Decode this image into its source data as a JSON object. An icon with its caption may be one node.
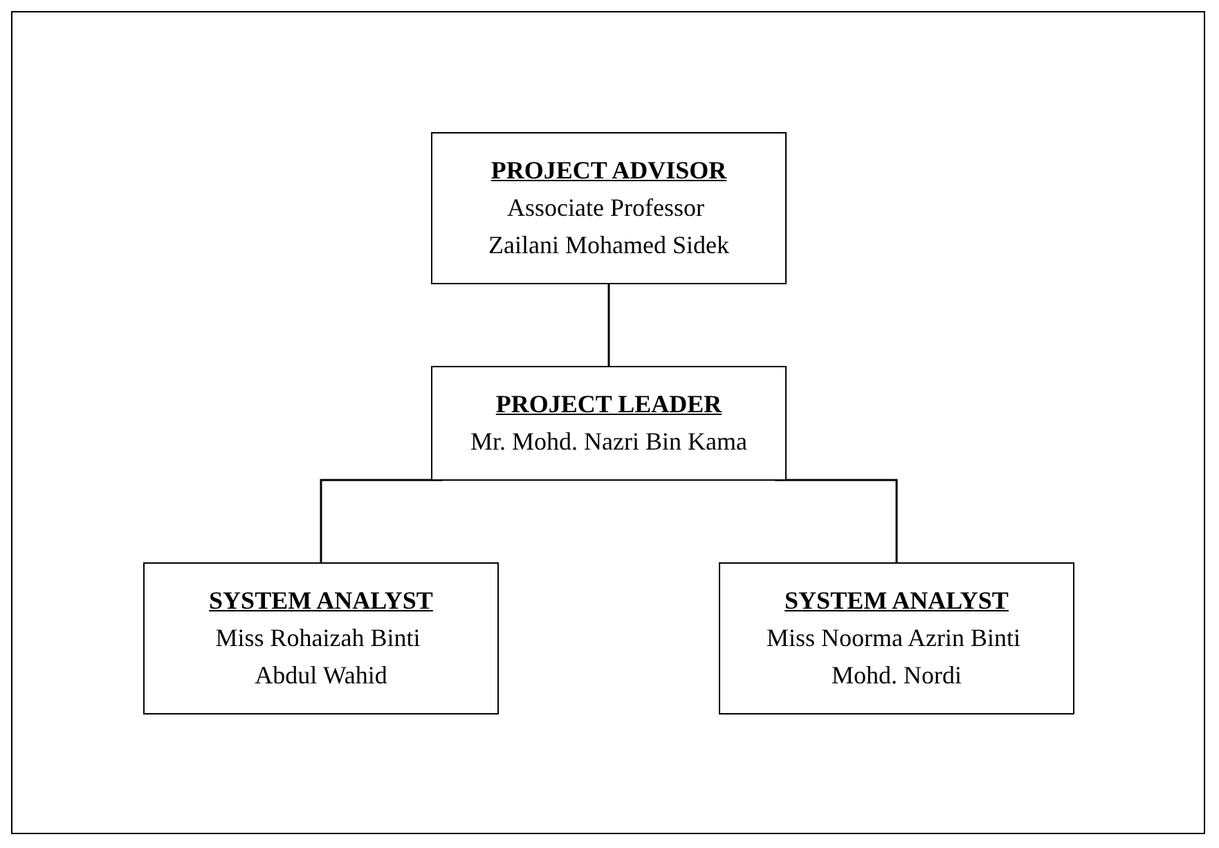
{
  "diagram": {
    "nodes": [
      {
        "text": [
          "PROJECT ADVISOR",
          "Associate Professor Zailani Mohamed Sidek"
        ]
      },
      {
        "text": [
          "PROJECT LEADER",
          "Mr. Mohd. Nazri Bin Kama"
        ]
      },
      {
        "text": [
          "SYSTEM ANALYST",
          "Miss Rohaizah Binti Abdul Wahid"
        ]
      },
      {
        "text": [
          "SYSTEM ANALYST",
          "Miss Noorma Azrin Binti Mohd. Nordi"
        ]
      }
    ],
    "edges": [
      {
        "from": 0,
        "to": 1,
        "arrow": "none"
      },
      {
        "from": 1,
        "to": 2,
        "arrow": "none"
      },
      {
        "from": 1,
        "to": 3,
        "arrow": "none"
      }
    ]
  }
}
